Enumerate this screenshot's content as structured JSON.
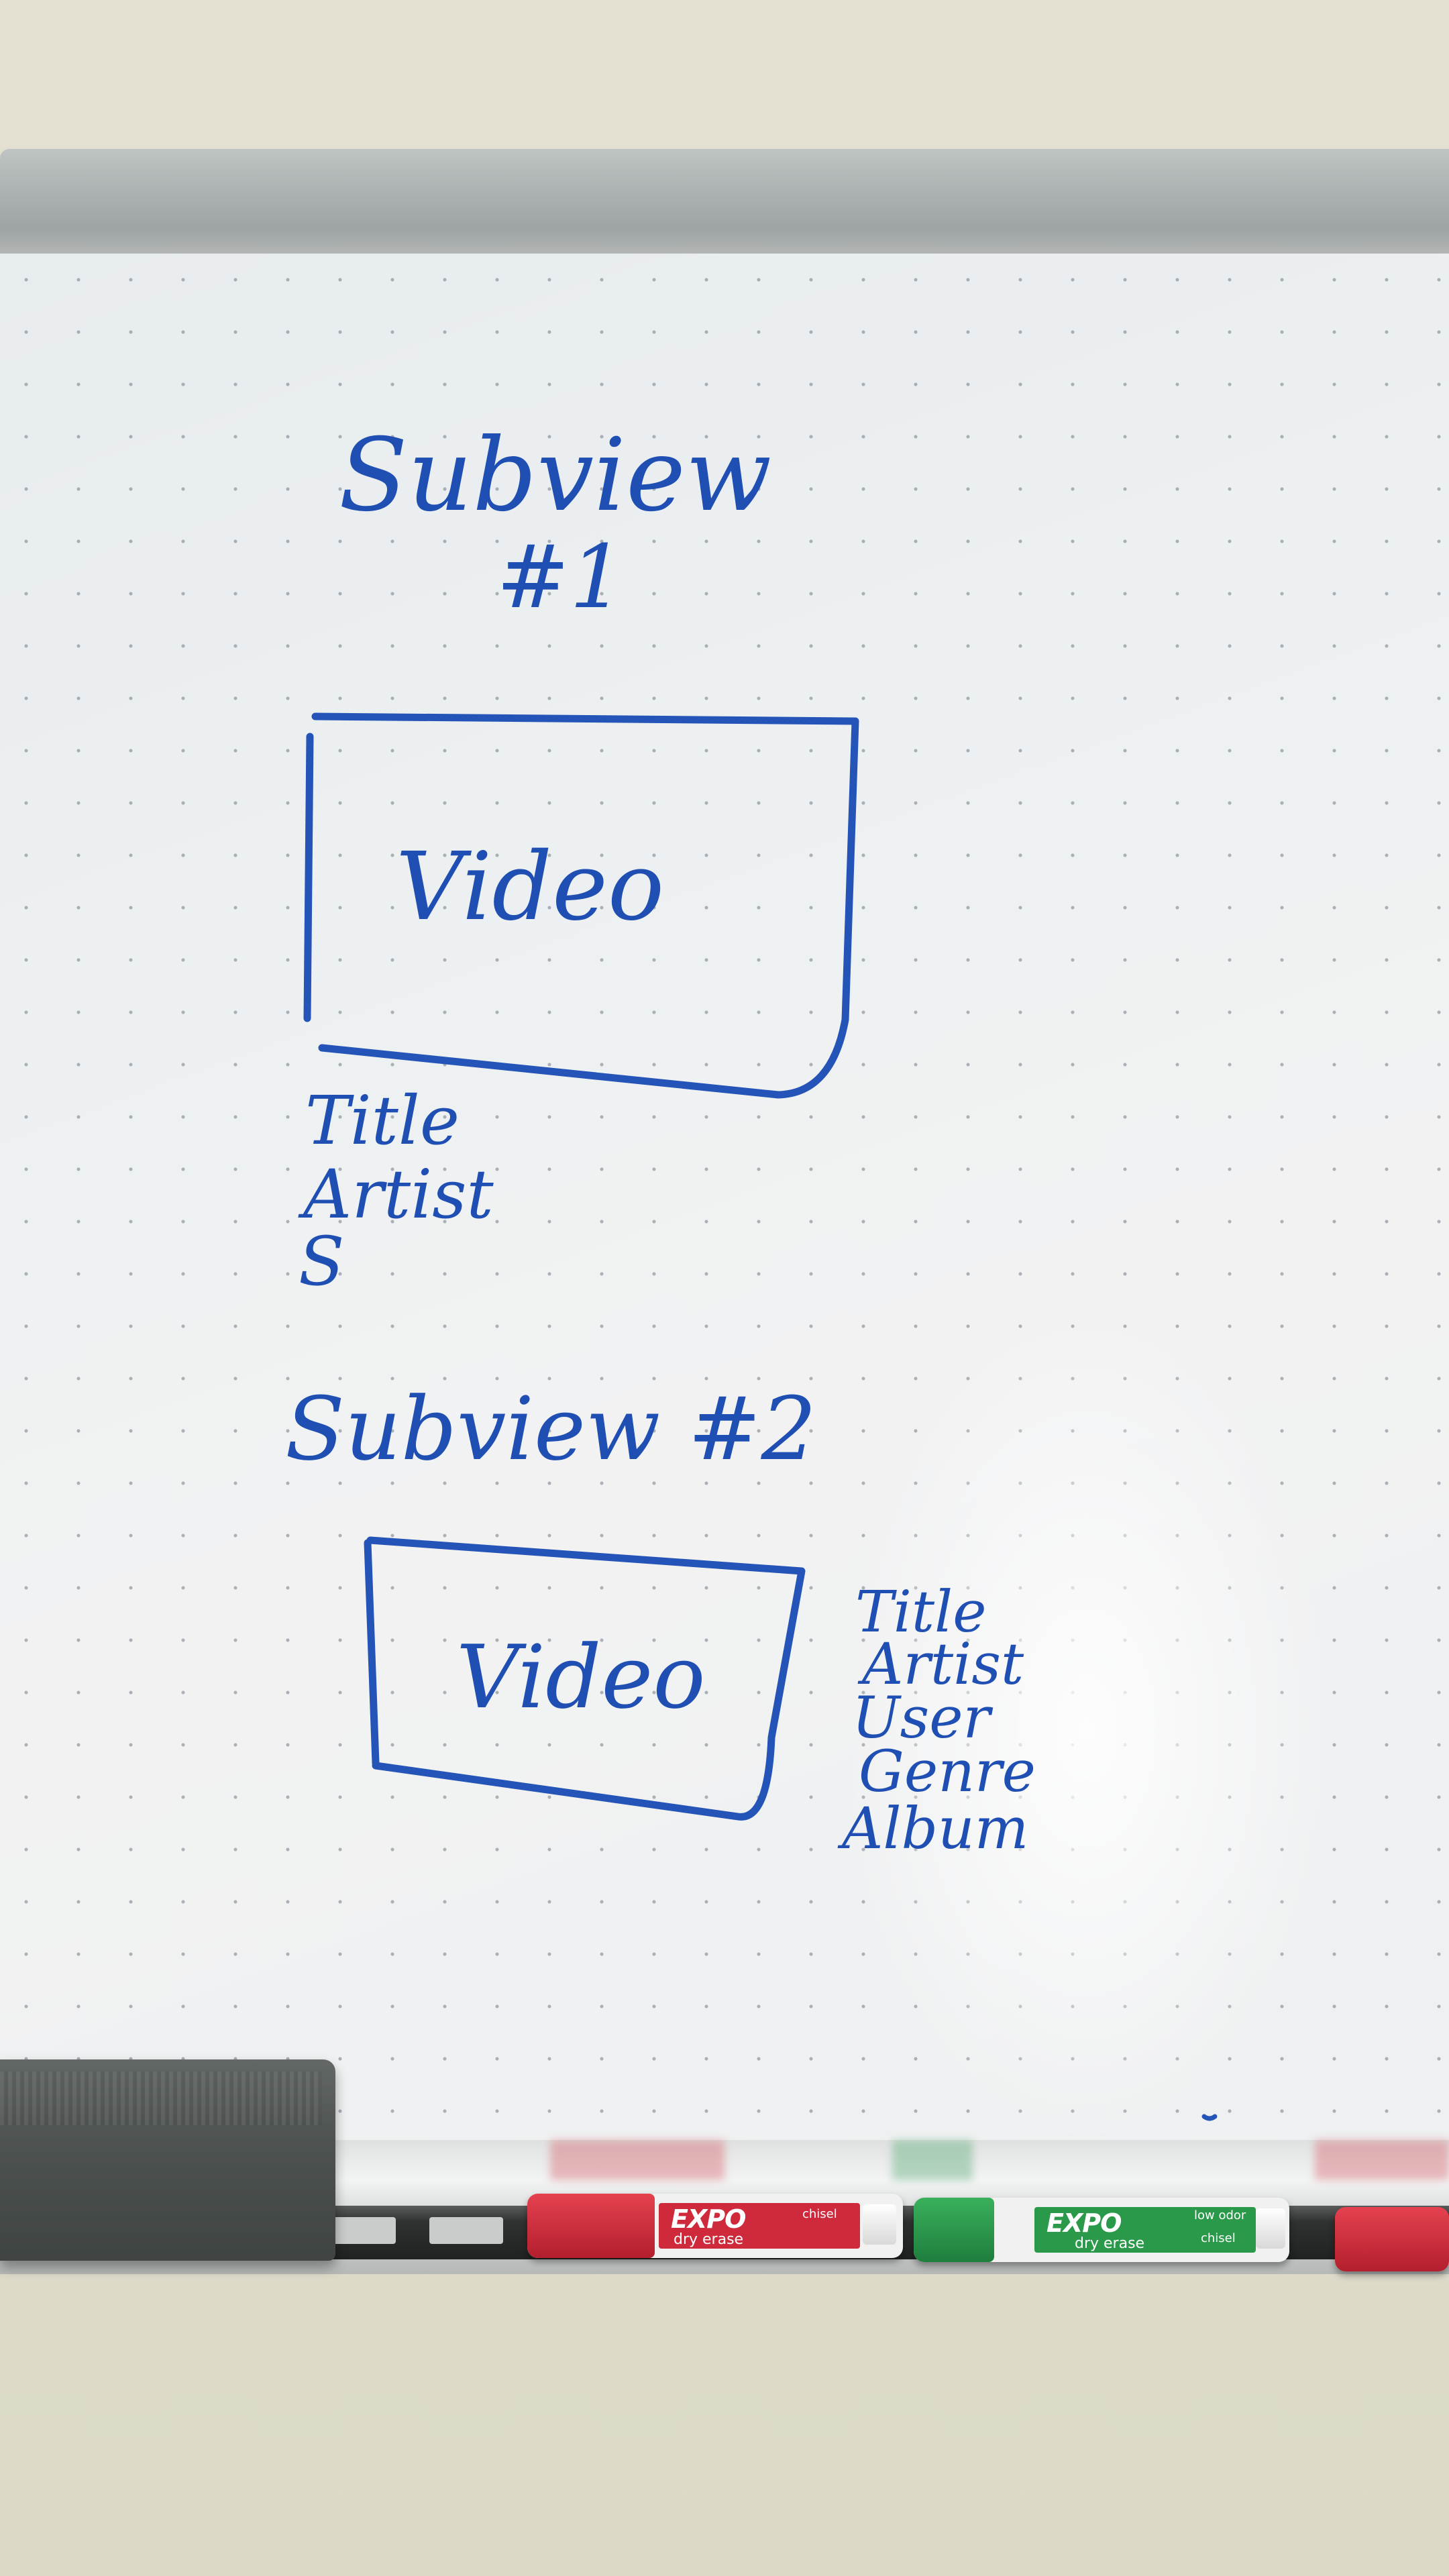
{
  "whiteboard": {
    "subview1": {
      "heading_line1": "Subview",
      "heading_line2": "#1",
      "box_text": "Video",
      "fields": [
        "Title",
        "Artist",
        "S"
      ]
    },
    "subview2": {
      "heading": "Subview #2",
      "box_text": "Video",
      "fields": [
        "Title",
        "Artist",
        "User",
        "Genre",
        "Album"
      ]
    }
  },
  "markers": [
    {
      "brand": "EXPO",
      "subtitle": "dry erase",
      "side_label": "chisel",
      "color": "#c8283a"
    },
    {
      "brand": "EXPO",
      "subtitle": "dry erase",
      "side_label": "chisel",
      "extra_label": "low odor",
      "color": "#2a9a4a"
    }
  ],
  "colors": {
    "ink": "#1f4fb3",
    "board": "#eef1f2",
    "frame": "#a9aeae"
  }
}
